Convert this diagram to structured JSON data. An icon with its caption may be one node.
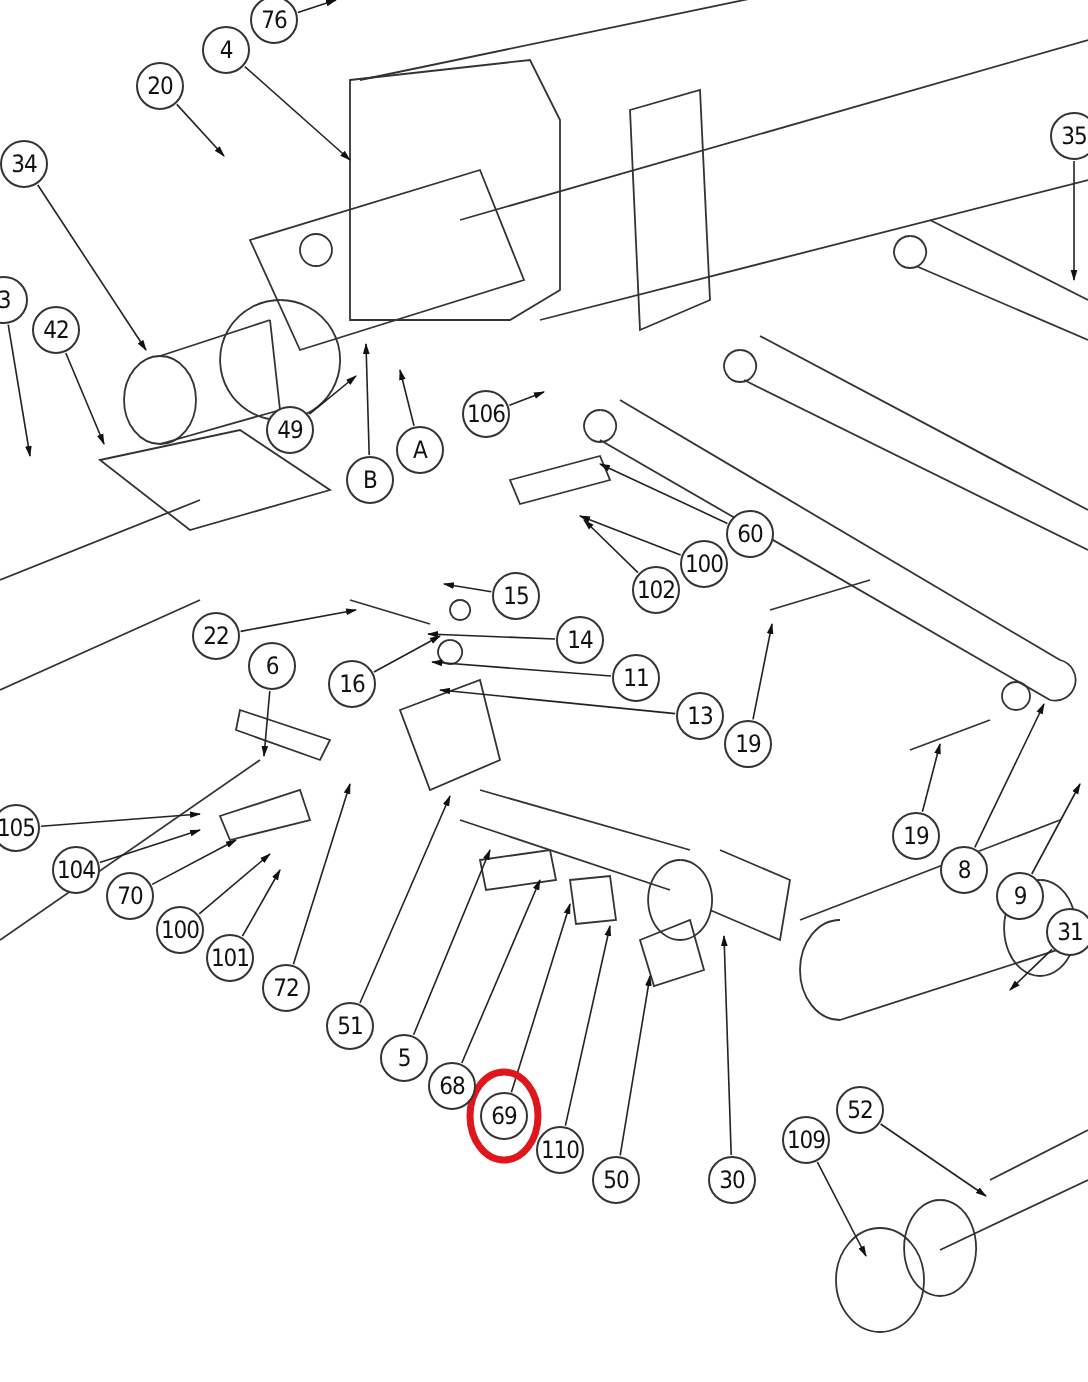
{
  "diagram": {
    "nodes": [
      {
        "text": [
          "76"
        ]
      },
      {
        "text": [
          "4"
        ]
      },
      {
        "text": [
          "20"
        ]
      },
      {
        "text": [
          "34"
        ]
      },
      {
        "text": [
          "35"
        ]
      },
      {
        "text": [
          "3"
        ]
      },
      {
        "text": [
          "42"
        ]
      },
      {
        "text": [
          "49"
        ]
      },
      {
        "text": [
          "B"
        ]
      },
      {
        "text": [
          "A"
        ]
      },
      {
        "text": [
          "106"
        ]
      },
      {
        "text": [
          "60"
        ]
      },
      {
        "text": [
          "100"
        ]
      },
      {
        "text": [
          "102"
        ]
      },
      {
        "text": [
          "22"
        ]
      },
      {
        "text": [
          "15"
        ]
      },
      {
        "text": [
          "14"
        ]
      },
      {
        "text": [
          "11"
        ]
      },
      {
        "text": [
          "13"
        ]
      },
      {
        "text": [
          "16"
        ]
      },
      {
        "text": [
          "6"
        ]
      },
      {
        "text": [
          "19"
        ]
      },
      {
        "text": [
          "19"
        ]
      },
      {
        "text": [
          "8"
        ]
      },
      {
        "text": [
          "9"
        ]
      },
      {
        "text": [
          "31"
        ]
      },
      {
        "text": [
          "105"
        ]
      },
      {
        "text": [
          "104"
        ]
      },
      {
        "text": [
          "70"
        ]
      },
      {
        "text": [
          "100"
        ]
      },
      {
        "text": [
          "101"
        ]
      },
      {
        "text": [
          "72"
        ]
      },
      {
        "text": [
          "51"
        ]
      },
      {
        "text": [
          "5"
        ]
      },
      {
        "text": [
          "68"
        ]
      },
      {
        "text": [
          "69"
        ]
      },
      {
        "text": [
          "110"
        ]
      },
      {
        "text": [
          "50"
        ]
      },
      {
        "text": [
          "30"
        ]
      },
      {
        "text": [
          "52"
        ]
      },
      {
        "text": [
          "109"
        ]
      }
    ],
    "edges": [
      {
        "from": 0,
        "to": null,
        "arrow": "to"
      },
      {
        "from": 1,
        "to": null,
        "arrow": "to"
      },
      {
        "from": 2,
        "to": null,
        "arrow": "to"
      },
      {
        "from": 3,
        "to": null,
        "arrow": "to"
      },
      {
        "from": 4,
        "to": null,
        "arrow": "to"
      },
      {
        "from": 5,
        "to": null,
        "arrow": "to"
      },
      {
        "from": 6,
        "to": null,
        "arrow": "to"
      },
      {
        "from": 7,
        "to": null,
        "arrow": "to"
      },
      {
        "from": 8,
        "to": null,
        "arrow": "to"
      },
      {
        "from": 9,
        "to": null,
        "arrow": "to"
      },
      {
        "from": 10,
        "to": null,
        "arrow": "to"
      },
      {
        "from": 11,
        "to": null,
        "arrow": "to"
      },
      {
        "from": 12,
        "to": null,
        "arrow": "to"
      },
      {
        "from": 13,
        "to": null,
        "arrow": "to"
      },
      {
        "from": 14,
        "to": null,
        "arrow": "to"
      },
      {
        "from": 15,
        "to": null,
        "arrow": "to"
      },
      {
        "from": 16,
        "to": null,
        "arrow": "to"
      },
      {
        "from": 17,
        "to": null,
        "arrow": "to"
      },
      {
        "from": 18,
        "to": null,
        "arrow": "to"
      },
      {
        "from": 19,
        "to": null,
        "arrow": "to"
      },
      {
        "from": 20,
        "to": null,
        "arrow": "to"
      },
      {
        "from": 21,
        "to": null,
        "arrow": "to"
      },
      {
        "from": 22,
        "to": null,
        "arrow": "to"
      },
      {
        "from": 23,
        "to": null,
        "arrow": "to"
      },
      {
        "from": 24,
        "to": null,
        "arrow": "to"
      },
      {
        "from": 25,
        "to": null,
        "arrow": "to"
      },
      {
        "from": 26,
        "to": null,
        "arrow": "to"
      },
      {
        "from": 27,
        "to": null,
        "arrow": "to"
      },
      {
        "from": 28,
        "to": null,
        "arrow": "to"
      },
      {
        "from": 29,
        "to": null,
        "arrow": "to"
      },
      {
        "from": 30,
        "to": null,
        "arrow": "to"
      },
      {
        "from": 31,
        "to": null,
        "arrow": "to"
      },
      {
        "from": 32,
        "to": null,
        "arrow": "to"
      },
      {
        "from": 33,
        "to": null,
        "arrow": "to"
      },
      {
        "from": 34,
        "to": null,
        "arrow": "to"
      },
      {
        "from": 35,
        "to": null,
        "arrow": "to"
      },
      {
        "from": 36,
        "to": null,
        "arrow": "to"
      },
      {
        "from": 37,
        "to": null,
        "arrow": "to"
      },
      {
        "from": 38,
        "to": null,
        "arrow": "to"
      },
      {
        "from": 39,
        "to": null,
        "arrow": "to"
      },
      {
        "from": 40,
        "to": null,
        "arrow": "to"
      }
    ]
  }
}
